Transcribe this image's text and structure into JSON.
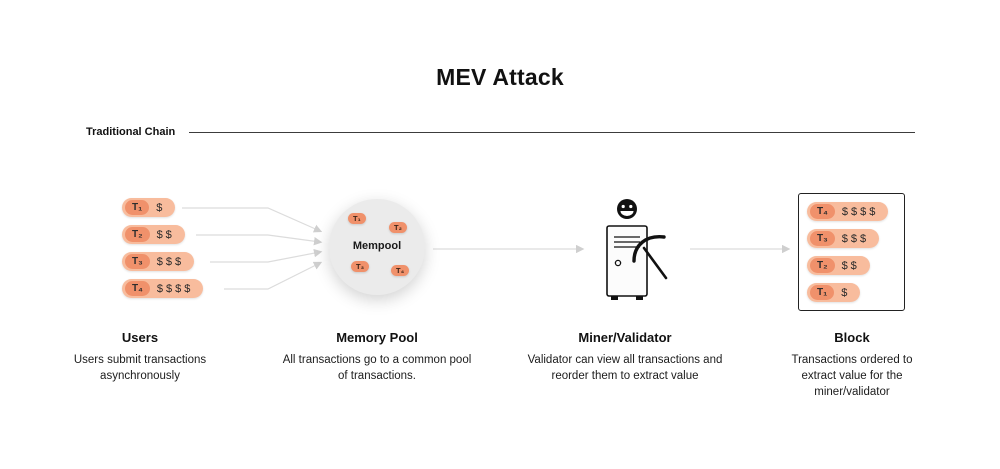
{
  "title": "MEV Attack",
  "section_label": "Traditional Chain",
  "colors": {
    "pill_background": "#f8bc9d",
    "pill_badge": "#f0916b",
    "mempool_background": "#ebebeb",
    "arrow": "#dcdcdc",
    "text": "#161616"
  },
  "users": {
    "transactions": [
      {
        "label": "T₁",
        "amount": "$"
      },
      {
        "label": "T₂",
        "amount": "$$"
      },
      {
        "label": "T₃",
        "amount": "$$$"
      },
      {
        "label": "T₄",
        "amount": "$$$$"
      }
    ],
    "caption_title": "Users",
    "caption_text": "Users submit transactions asynchronously"
  },
  "mempool": {
    "label": "Mempool",
    "chips": [
      "T₁",
      "T₂",
      "T₃",
      "T₄"
    ],
    "caption_title": "Memory Pool",
    "caption_text": "All transactions go to a common pool of transactions."
  },
  "miner": {
    "caption_title": "Miner/Validator",
    "caption_text": "Validator can view all transactions and reorder them to extract value"
  },
  "block": {
    "transactions": [
      {
        "label": "T₄",
        "amount": "$$$$"
      },
      {
        "label": "T₃",
        "amount": "$$$"
      },
      {
        "label": "T₂",
        "amount": "$$"
      },
      {
        "label": "T₁",
        "amount": "$"
      }
    ],
    "caption_title": "Block",
    "caption_text": "Transactions ordered to extract value for the miner/validator"
  }
}
